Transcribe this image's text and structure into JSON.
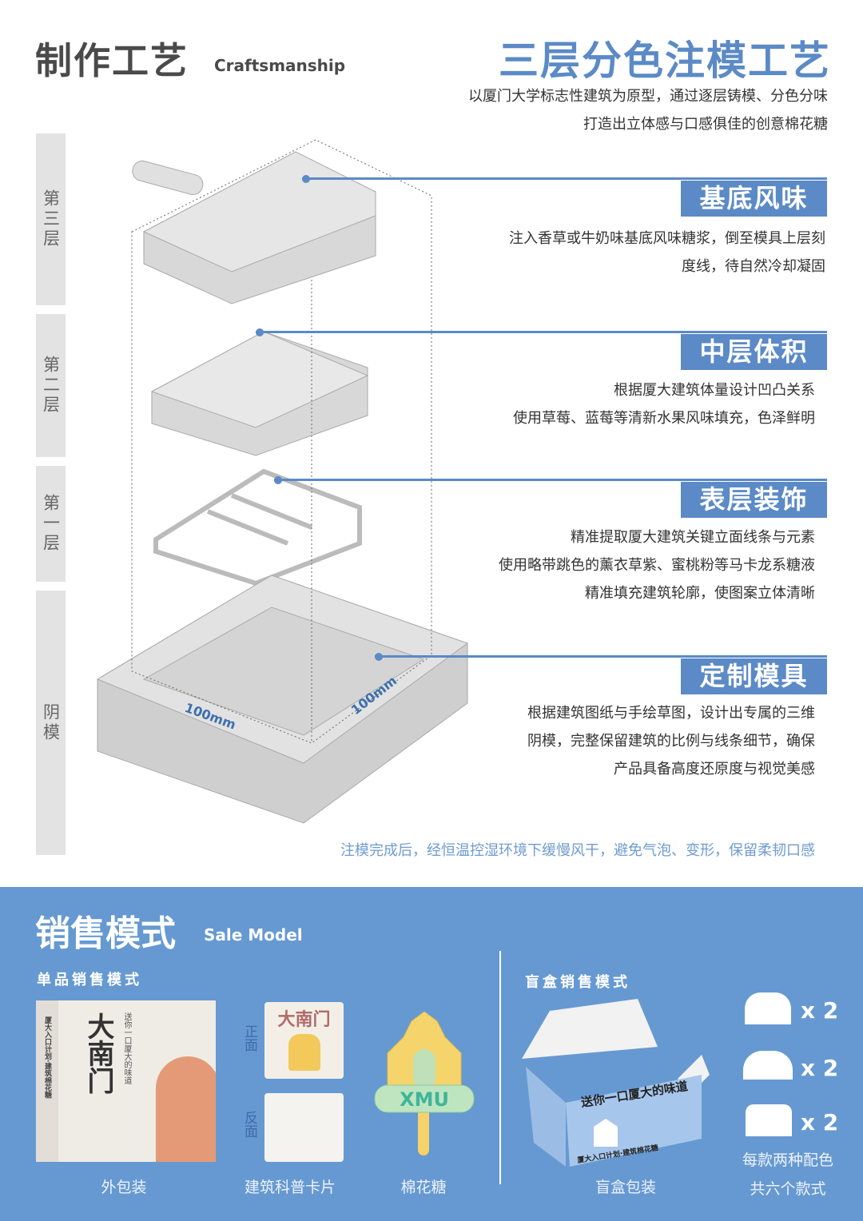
{
  "header": {
    "title": "制作工艺",
    "title_en": "Craftsmanship",
    "headline": "三层分色注模工艺",
    "intro": [
      "以厦门大学标志性建筑为原型，通过逐层铸模、分色分味",
      "打造出立体感与口感俱佳的创意棉花糖"
    ]
  },
  "side_labels": [
    "第三层",
    "第二层",
    "第一层",
    "阴模"
  ],
  "layers": [
    {
      "title": "基底风味",
      "desc": [
        "注入香草或牛奶味基底风味糖浆，倒至模具上层刻",
        "度线，待自然冷却凝固"
      ]
    },
    {
      "title": "中层体积",
      "desc": [
        "根据厦大建筑体量设计凹凸关系",
        "使用草莓、蓝莓等清新水果风味填充，色泽鲜明"
      ]
    },
    {
      "title": "表层装饰",
      "desc": [
        "精准提取厦大建筑关键立面线条与元素",
        "使用略带跳色的薰衣草紫、蜜桃粉等马卡龙系糖液",
        "精准填充建筑轮廓，使图案立体清晰"
      ]
    },
    {
      "title": "定制模具",
      "desc": [
        "根据建筑图纸与手绘草图，设计出专属的三维",
        "阴模，完整保留建筑的比例与线条细节，确保",
        "产品具备高度还原度与视觉美感"
      ]
    }
  ],
  "mold_dims": [
    "100mm",
    "100mm"
  ],
  "note": "注模完成后，经恒温控湿环境下缓慢风干，避免气泡、变形，保留柔韧口感",
  "sale": {
    "title": "销售模式",
    "title_en": "Sale Model",
    "single": {
      "label": "单品销售模式",
      "package_text": {
        "name": "大南门",
        "slogan": "送你一口厦大的味道",
        "brand": "厦大入口计划·建筑棉花糖"
      },
      "card_front": "正面",
      "card_back": "反面",
      "card_title": "大南门",
      "candy_text": "XMU",
      "captions": [
        "外包装",
        "建筑科普卡片",
        "棉花糖"
      ]
    },
    "blind": {
      "label": "盲盒销售模式",
      "box_text": "送你一口厦大的味道",
      "box_brand": "厦大入口计划·建筑棉花糖",
      "caption": "盲盒包装",
      "counts": [
        "x 2",
        "x 2",
        "x 2"
      ],
      "info": [
        "每款两种配色",
        "共六个款式"
      ]
    }
  },
  "colors": {
    "accent": "#5b8ac6",
    "sale_bg": "#6699d1"
  }
}
